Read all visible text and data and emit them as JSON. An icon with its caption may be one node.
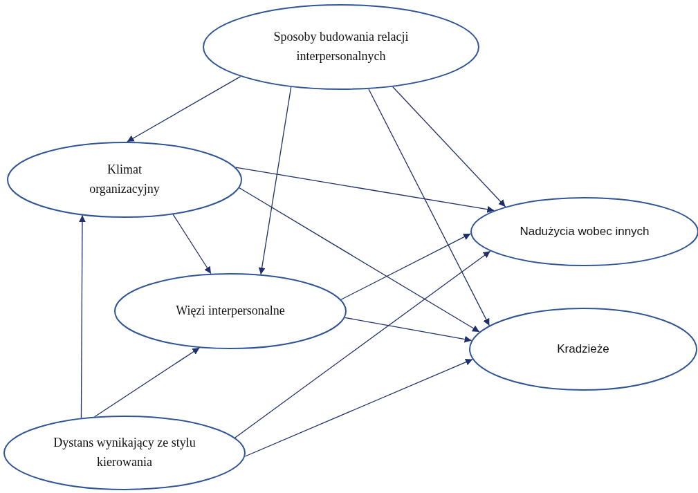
{
  "diagram": {
    "nodes": [
      {
        "text": [
          "Sposoby budowania relacji interpersonalnych"
        ]
      },
      {
        "text": [
          "Klimat organizacyjny"
        ]
      },
      {
        "text": [
          "Więzi interpersonalne"
        ]
      },
      {
        "text": [
          "Nadużycia wobec innych"
        ]
      },
      {
        "text": [
          "Kradzieże"
        ]
      },
      {
        "text": [
          "Dystans wynikający ze stylu kierowania"
        ]
      }
    ],
    "edges": [
      {
        "from": 0,
        "to": 1,
        "arrow": "to"
      },
      {
        "from": 0,
        "to": 2,
        "arrow": "to"
      },
      {
        "from": 0,
        "to": 3,
        "arrow": "to"
      },
      {
        "from": 0,
        "to": 4,
        "arrow": "to"
      },
      {
        "from": 1,
        "to": 3,
        "arrow": "to"
      },
      {
        "from": 1,
        "to": 4,
        "arrow": "to"
      },
      {
        "from": 1,
        "to": 2,
        "arrow": "to"
      },
      {
        "from": 2,
        "to": 3,
        "arrow": "to"
      },
      {
        "from": 2,
        "to": 4,
        "arrow": "to"
      },
      {
        "from": 5,
        "to": 1,
        "arrow": "to"
      },
      {
        "from": 5,
        "to": 2,
        "arrow": "to"
      },
      {
        "from": 5,
        "to": 3,
        "arrow": "to"
      },
      {
        "from": 5,
        "to": 4,
        "arrow": "to"
      }
    ]
  }
}
